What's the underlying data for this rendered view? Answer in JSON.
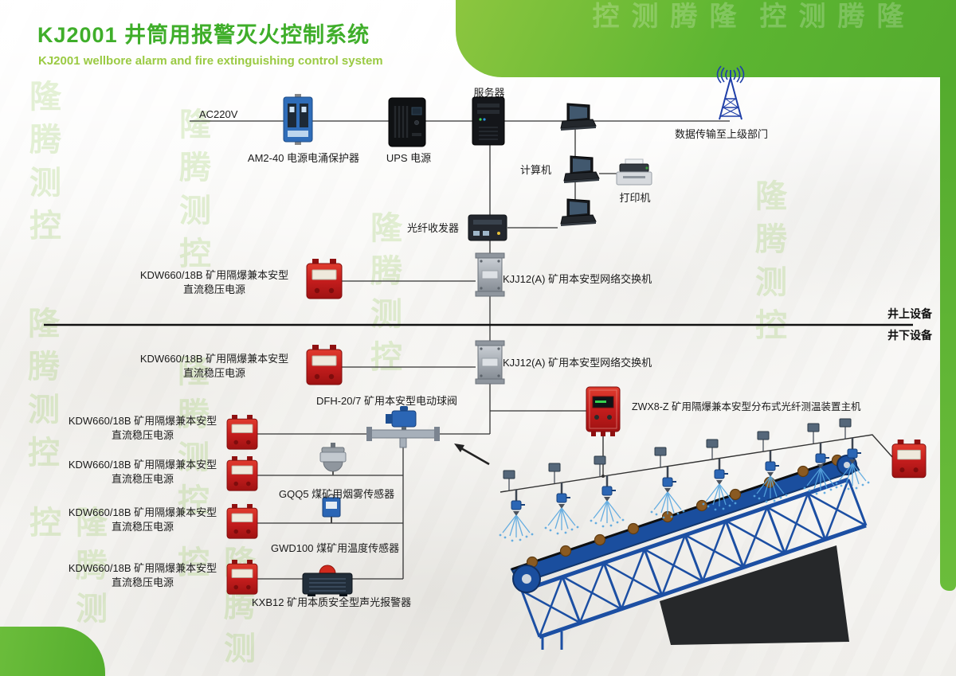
{
  "header": {
    "title": "KJ2001 井筒用报警灭火控制系统",
    "subtitle": "KJ2001 wellbore alarm and fire extinguishing control system"
  },
  "watermark": "隆腾测控",
  "section_labels": {
    "surface": "井上设备",
    "underground": "井下设备"
  },
  "devices": {
    "ac220v": "AC220V",
    "surge_protector": "AM2-40 电源电涌保护器",
    "ups": "UPS 电源",
    "server": "服务器",
    "data_upload": "数据传输至上级部门",
    "computer": "计算机",
    "printer": "打印机",
    "fiber_transceiver": "光纤收发器",
    "network_switch": "KJJ12(A) 矿用本安型网络交换机",
    "kdw_line1": "KDW660/18B 矿用隔爆兼本安型",
    "kdw_line2": "直流稳压电源",
    "ball_valve": "DFH-20/7 矿用本安型电动球阀",
    "fiber_temp_host": "ZWX8-Z 矿用隔爆兼本安型分布式光纤测温装置主机",
    "smoke_sensor": "GQQ5 煤矿用烟雾传感器",
    "temp_sensor": "GWD100 煤矿用温度传感器",
    "alarm": "KXB12 矿用本质安全型声光报警器"
  },
  "colors": {
    "header_green": "#5cb531",
    "title_green": "#3fae2a",
    "device_red": "#c41d1d",
    "device_blue": "#2b66b5"
  }
}
